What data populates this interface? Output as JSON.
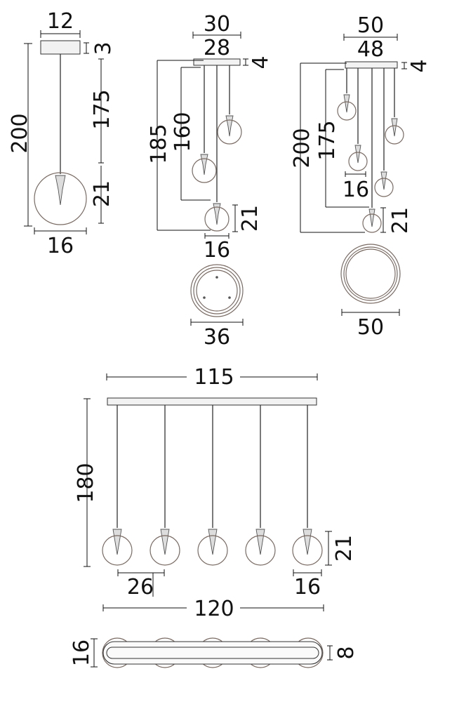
{
  "drawing": {
    "single": {
      "canopy": "12",
      "canopy_h": "3",
      "total": "200",
      "cord": "175",
      "globe_h": "21",
      "globe_w": "16"
    },
    "triple": {
      "canopy_outer": "30",
      "canopy_inner": "28",
      "canopy_h": "4",
      "total": "185",
      "mid": "160",
      "globe_h": "21",
      "globe_w": "16",
      "plan": "36"
    },
    "five": {
      "canopy_outer": "50",
      "canopy_inner": "48",
      "canopy_h": "4",
      "total": "200",
      "mid": "175",
      "globe_w": "16",
      "globe_h": "21",
      "plan": "50"
    },
    "linear": {
      "bar": "115",
      "height": "180",
      "globe_h": "21",
      "spacing": "26",
      "globe_w": "16",
      "overall": "120",
      "plan_depth": "16",
      "plan_inner": "8"
    }
  }
}
